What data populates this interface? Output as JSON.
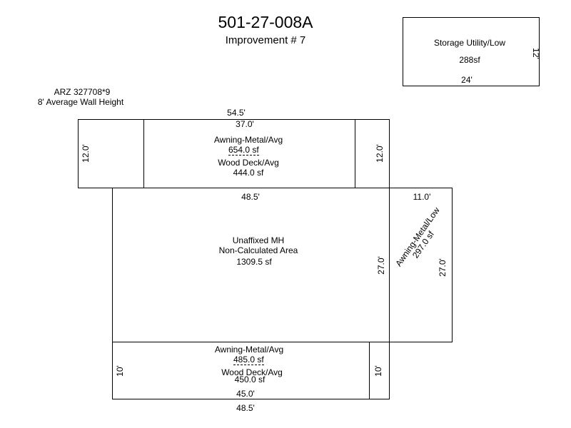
{
  "header": {
    "parcel_id": "501-27-008A",
    "improvement": "Improvement # 7"
  },
  "storage": {
    "label": "Storage Utility/Low",
    "area": "288sf",
    "width": "24'",
    "height": "12'"
  },
  "unit_info": {
    "arz": "ARZ 327708*9",
    "wall_height": "8' Average Wall Height"
  },
  "top_section": {
    "overall_width": "54.5'",
    "inner_width": "37.0'",
    "awning_label": "Awning-Metal/Avg",
    "awning_area": "654.0 sf",
    "deck_label": "Wood Deck/Avg",
    "deck_area": "444.0 sf",
    "left_depth": "12.0'",
    "right_depth": "12.0'"
  },
  "main_unit": {
    "width": "48.5'",
    "label": "Unaffixed MH",
    "sublabel": "Non-Calculated Area",
    "area": "1309.5 sf",
    "depth": "27.0'"
  },
  "side_awning": {
    "width": "11.0'",
    "label": "Awning-Metal/Low",
    "area": "297.0 sf",
    "depth": "27.0'"
  },
  "bottom_section": {
    "awning_label": "Awning-Metal/Avg",
    "awning_area": "485.0 sf",
    "deck_label": "Wood Deck/Avg",
    "deck_area": "450.0 sf",
    "left_depth": "10'",
    "right_depth": "10'",
    "inner_width": "45.0'",
    "overall_width": "48.5'"
  }
}
